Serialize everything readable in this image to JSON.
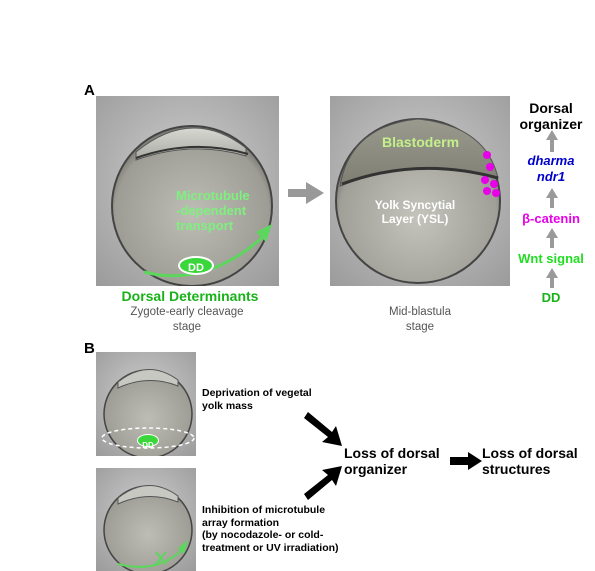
{
  "panel_a": {
    "label": "A",
    "egg1": {
      "microtubule_text": "Microtubule\n-dependent\ntransport",
      "dd_badge": "DD"
    },
    "dorsal_determinants": "Dorsal Determinants",
    "stage1": "Zygote-early cleavage\nstage",
    "egg2": {
      "blastoderm": "Blastoderm",
      "ysl": "Yolk Syncytial\nLayer (YSL)"
    },
    "stage2": "Mid-blastula\nstage",
    "pathway": {
      "organizer": "Dorsal\norganizer",
      "dharma": "dharma",
      "ndr1": "ndr1",
      "catenin": "β-catenin",
      "wnt": "Wnt signal",
      "dd": "DD"
    }
  },
  "panel_b": {
    "label": "B",
    "egg3_badge": "DD",
    "deprivation": "Deprivation of vegetal\nyolk mass",
    "inhibition": "Inhibition of microtubule\narray formation\n(by nocodazole- or cold-\ntreatment or UV irradiation)",
    "loss_organizer": "Loss of dorsal\norganizer",
    "loss_structures": "Loss of dorsal\nstructures"
  },
  "colors": {
    "green_label": "#7ef07e",
    "caption_green": "#19b219",
    "magenta": "#e800e8",
    "blue": "#0000cc",
    "wnt_green": "#22dd22",
    "dd_green": "#19b219"
  }
}
